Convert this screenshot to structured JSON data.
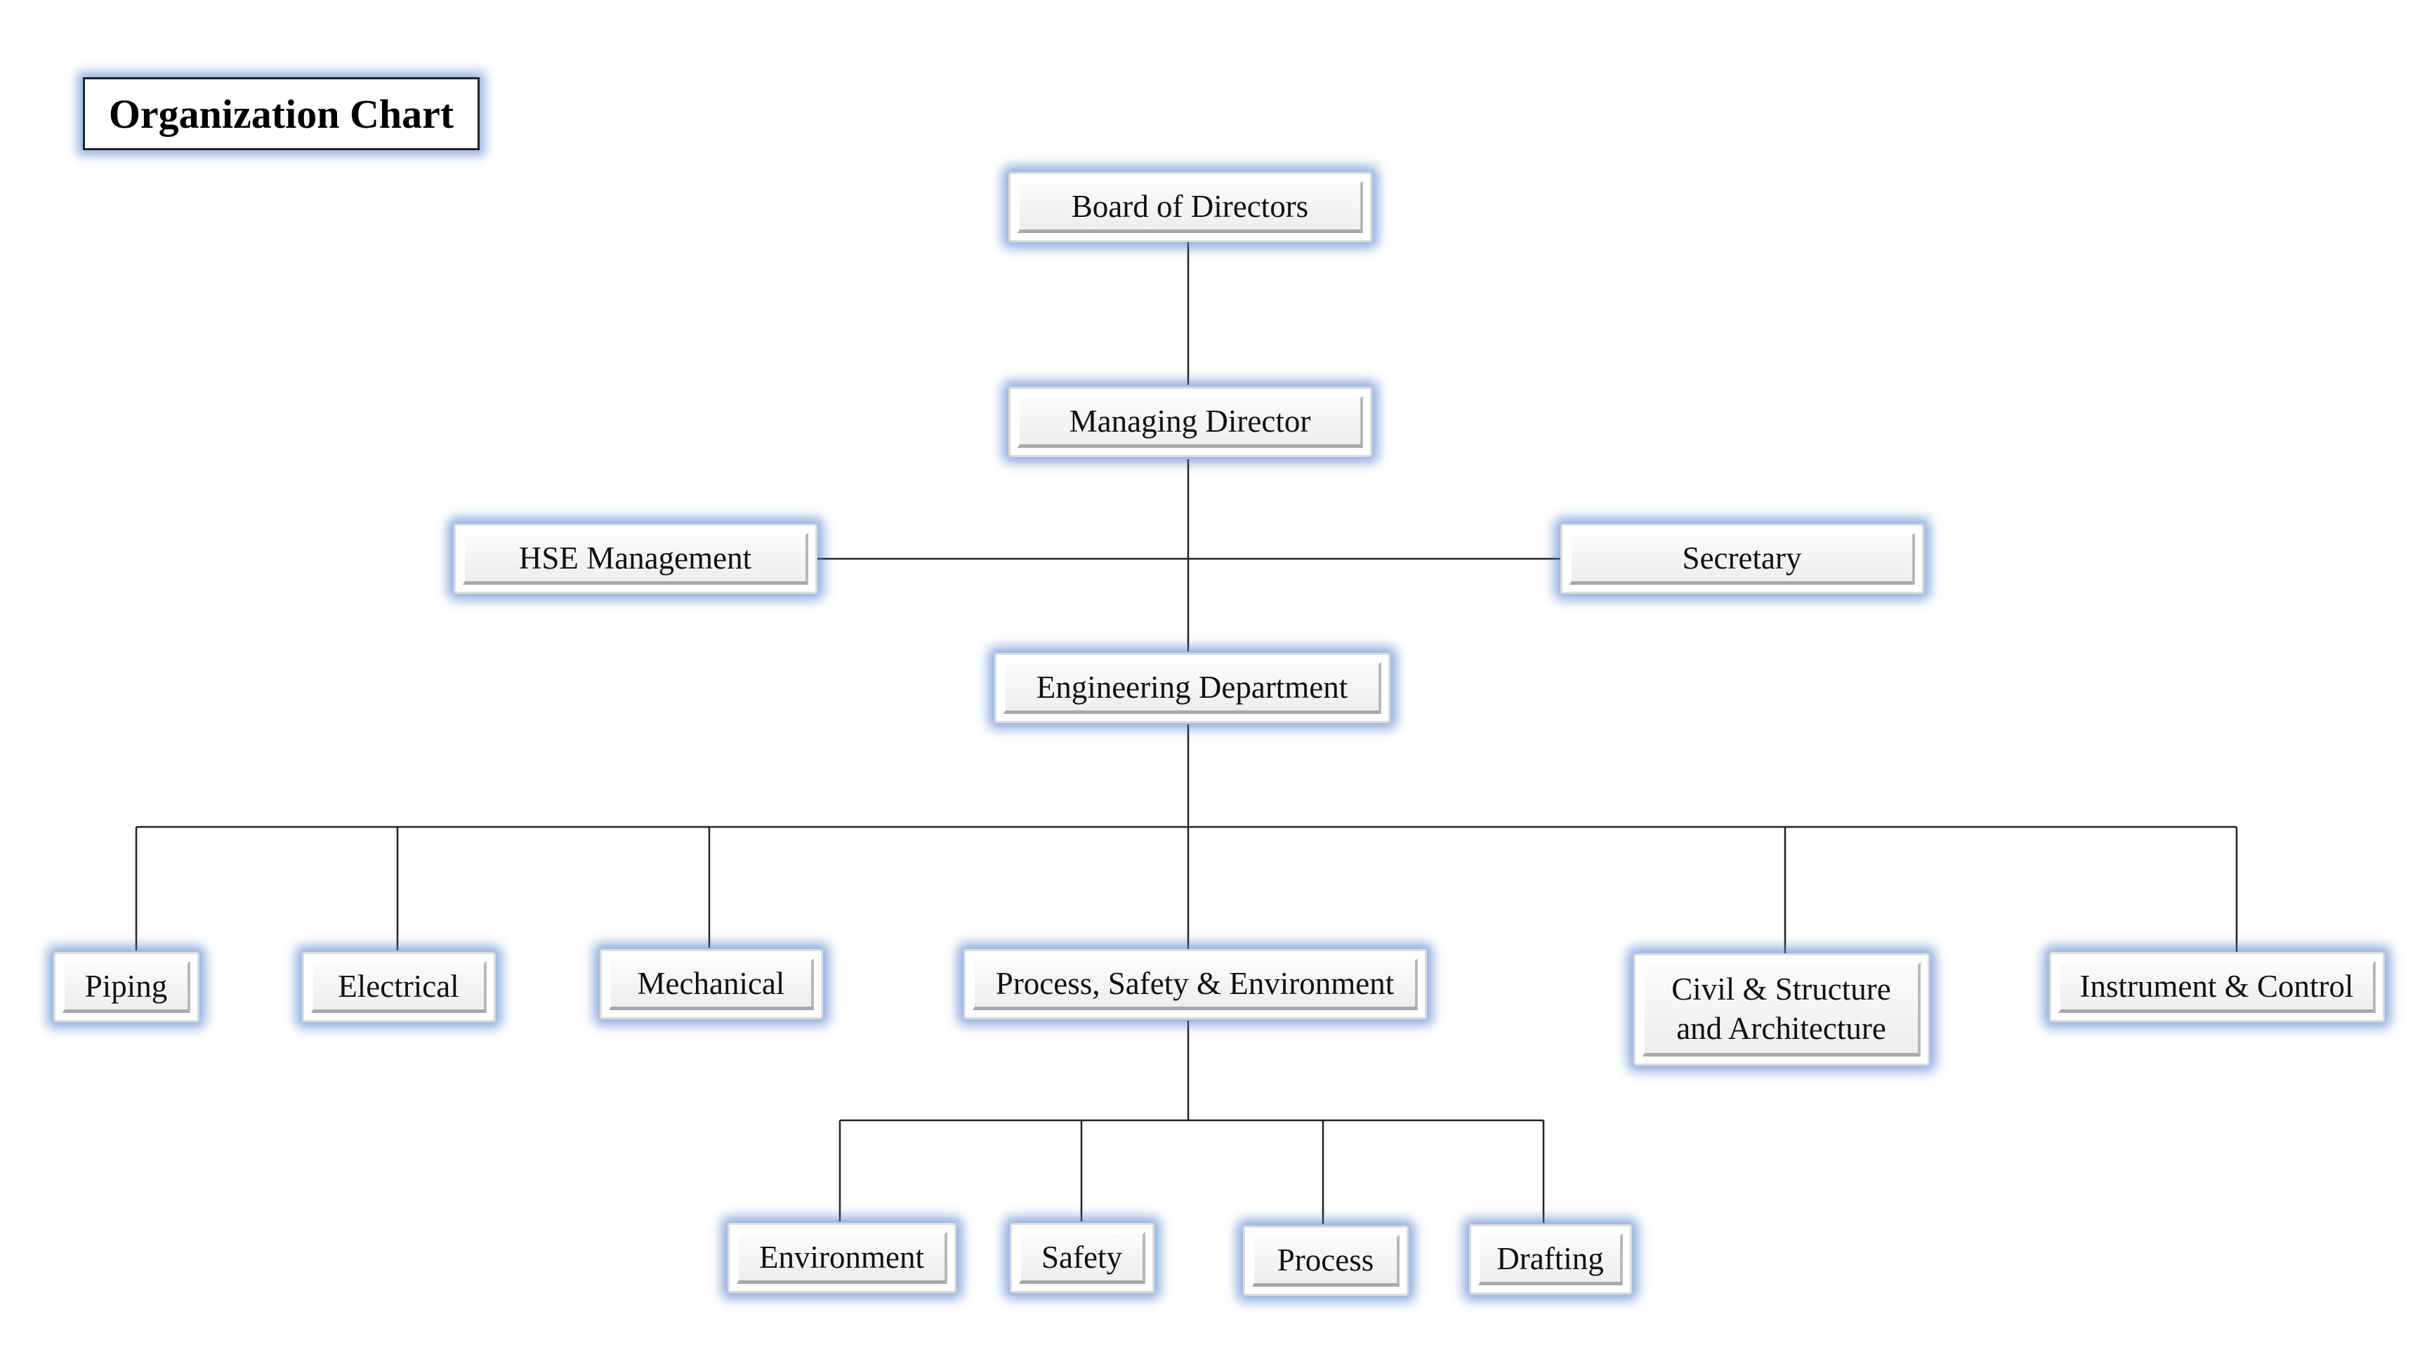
{
  "title": "Organization Chart",
  "nodes": {
    "board": "Board of Directors",
    "md": "Managing Director",
    "hse": "HSE Management",
    "secretary": "Secretary",
    "engineering": "Engineering Department",
    "piping": "Piping",
    "electrical": "Electrical",
    "mechanical": "Mechanical",
    "pse": "Process, Safety & Environment",
    "civil": "Civil & Structure\nand Architecture",
    "instrument": "Instrument & Control",
    "environment": "Environment",
    "safety": "Safety",
    "process": "Process",
    "drafting": "Drafting"
  },
  "colors": {
    "glow": "#4678c8",
    "line": "#222222",
    "box_border": "#dcdcdc"
  }
}
